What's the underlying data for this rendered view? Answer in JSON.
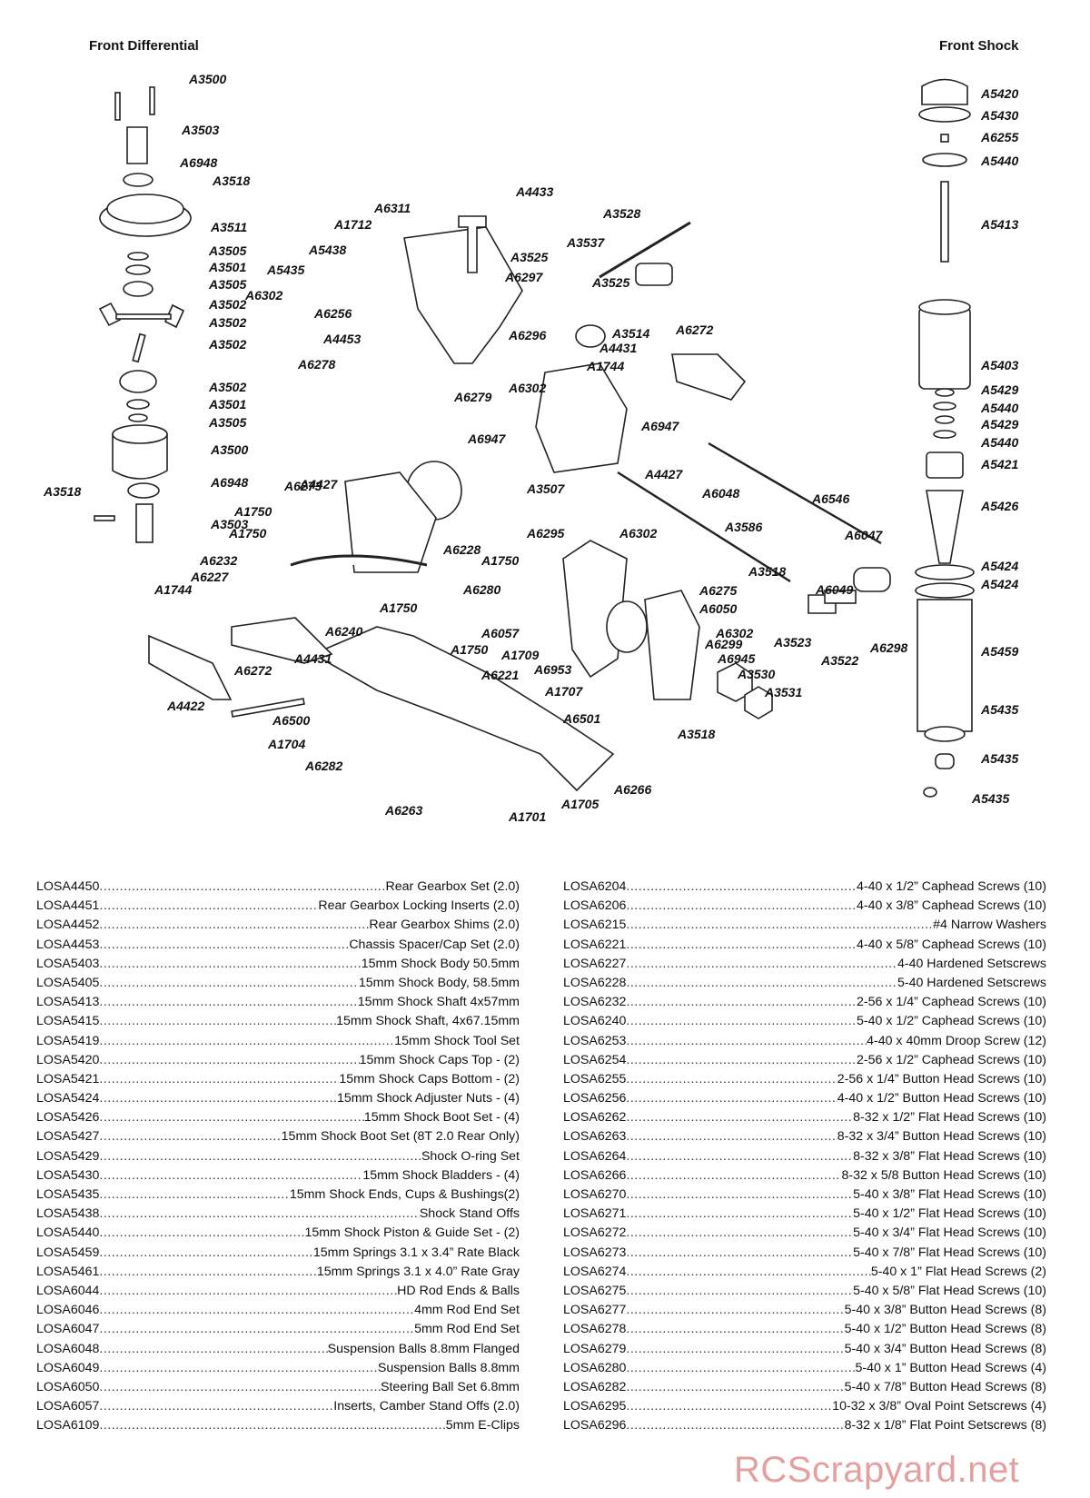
{
  "titles": {
    "front_differential": "Front Differential",
    "front_shock": "Front Shock"
  },
  "callouts": [
    "A3500",
    "A3503",
    "A6948",
    "A3518",
    "A3511",
    "A3505",
    "A3501",
    "A3505",
    "A3502",
    "A3502",
    "A3502",
    "A3502",
    "A3501",
    "A3505",
    "A3500",
    "A6948",
    "A3503",
    "A3518",
    "A6311",
    "A4433",
    "A1712",
    "A3528",
    "A5438",
    "A3537",
    "A5435",
    "A3525",
    "A6297",
    "A3525",
    "A6302",
    "A6256",
    "A6296",
    "A3514",
    "A4453",
    "A6278",
    "A6279",
    "A6302",
    "A6272",
    "A4431",
    "A1744",
    "A6947",
    "A6947",
    "A4427",
    "A3507",
    "A6048",
    "A4427",
    "A6273",
    "A6546",
    "A1750",
    "A3586",
    "A1750",
    "A6295",
    "A6047",
    "A6228",
    "A6302",
    "A1750",
    "A6232",
    "A6227",
    "A3518",
    "A6049",
    "A6275",
    "A1744",
    "A6050",
    "A1750",
    "A6280",
    "A6057",
    "A6302",
    "A3523",
    "A6240",
    "A6299",
    "A6298",
    "A1750",
    "A3522",
    "A1709",
    "A6945",
    "A6953",
    "A4431",
    "A6272",
    "A3530",
    "A6221",
    "A1707",
    "A3531",
    "A4422",
    "A6500",
    "A6501",
    "A3518",
    "A1704",
    "A6282",
    "A6266",
    "A1705",
    "A6263",
    "A1701",
    "A5420",
    "A5430",
    "A6255",
    "A5440",
    "A5413",
    "A5403",
    "A5429",
    "A5440",
    "A5429",
    "A5440",
    "A5421",
    "A5426",
    "A5424",
    "A5424",
    "A5459",
    "A5435",
    "A5435",
    "A5435"
  ],
  "parts_left": [
    {
      "pn": "LOSA4450",
      "desc": "Rear Gearbox Set (2.0)"
    },
    {
      "pn": "LOSA4451",
      "desc": "Rear Gearbox Locking Inserts (2.0)"
    },
    {
      "pn": "LOSA4452",
      "desc": "Rear Gearbox Shims (2.0)"
    },
    {
      "pn": "LOSA4453",
      "desc": "Chassis Spacer/Cap Set (2.0)"
    },
    {
      "pn": "LOSA5403",
      "desc": "15mm Shock Body 50.5mm"
    },
    {
      "pn": "LOSA5405",
      "desc": "15mm Shock Body, 58.5mm"
    },
    {
      "pn": "LOSA5413",
      "desc": "15mm Shock Shaft 4x57mm"
    },
    {
      "pn": "LOSA5415",
      "desc": "15mm Shock Shaft, 4x67.15mm"
    },
    {
      "pn": "LOSA5419",
      "desc": "15mm Shock Tool Set"
    },
    {
      "pn": "LOSA5420",
      "desc": "15mm Shock Caps Top - (2)"
    },
    {
      "pn": "LOSA5421",
      "desc": "15mm Shock Caps Bottom - (2)"
    },
    {
      "pn": "LOSA5424",
      "desc": "15mm Shock Adjuster Nuts - (4)"
    },
    {
      "pn": "LOSA5426",
      "desc": "15mm Shock Boot Set - (4)"
    },
    {
      "pn": "LOSA5427",
      "desc": "15mm Shock Boot Set (8T 2.0 Rear Only)"
    },
    {
      "pn": "LOSA5429",
      "desc": "Shock O-ring Set"
    },
    {
      "pn": "LOSA5430",
      "desc": "15mm Shock Bladders - (4)"
    },
    {
      "pn": "LOSA5435",
      "desc": "15mm Shock Ends, Cups & Bushings(2)"
    },
    {
      "pn": "LOSA5438",
      "desc": "Shock Stand Offs"
    },
    {
      "pn": "LOSA5440",
      "desc": "15mm Shock Piston & Guide Set - (2)"
    },
    {
      "pn": "LOSA5459",
      "desc": "15mm Springs 3.1 x 3.4” Rate Black"
    },
    {
      "pn": "LOSA5461",
      "desc": "15mm Springs 3.1 x 4.0” Rate Gray"
    },
    {
      "pn": "LOSA6044",
      "desc": "HD Rod Ends & Balls"
    },
    {
      "pn": "LOSA6046",
      "desc": "4mm Rod End Set"
    },
    {
      "pn": "LOSA6047",
      "desc": "5mm Rod End Set"
    },
    {
      "pn": "LOSA6048",
      "desc": "Suspension Balls 8.8mm Flanged"
    },
    {
      "pn": "LOSA6049",
      "desc": "Suspension Balls 8.8mm"
    },
    {
      "pn": "LOSA6050",
      "desc": "Steering Ball Set 6.8mm"
    },
    {
      "pn": "LOSA6057",
      "desc": "Inserts, Camber Stand Offs (2.0)"
    },
    {
      "pn": "LOSA6109",
      "desc": "5mm E-Clips"
    }
  ],
  "parts_right": [
    {
      "pn": "LOSA6204",
      "desc": "4-40 x 1/2” Caphead Screws (10)"
    },
    {
      "pn": "LOSA6206",
      "desc": "4-40 x 3/8” Caphead Screws (10)"
    },
    {
      "pn": "LOSA6215",
      "desc": "#4 Narrow Washers"
    },
    {
      "pn": "LOSA6221",
      "desc": "4-40 x 5/8” Caphead Screws (10)"
    },
    {
      "pn": "LOSA6227",
      "desc": "4-40 Hardened Setscrews"
    },
    {
      "pn": "LOSA6228",
      "desc": "5-40 Hardened Setscrews"
    },
    {
      "pn": "LOSA6232",
      "desc": "2-56 x 1/4” Caphead Screws (10)"
    },
    {
      "pn": "LOSA6240",
      "desc": "5-40 x 1/2” Caphead Screws (10)"
    },
    {
      "pn": "LOSA6253",
      "desc": "4-40 x 40mm Droop Screw (12)"
    },
    {
      "pn": "LOSA6254",
      "desc": "2-56 x 1/2” Caphead Screws (10)"
    },
    {
      "pn": "LOSA6255",
      "desc": "2-56 x 1/4” Button Head Screws (10)"
    },
    {
      "pn": "LOSA6256",
      "desc": "4-40 x 1/2” Button Head Screws (10)"
    },
    {
      "pn": "LOSA6262",
      "desc": "8-32 x 1/2” Flat Head Screws (10)"
    },
    {
      "pn": "LOSA6263",
      "desc": "8-32 x 3/4” Button Head Screws (10)"
    },
    {
      "pn": "LOSA6264",
      "desc": "8-32 x 3/8” Flat Head Screws (10)"
    },
    {
      "pn": "LOSA6266",
      "desc": "8-32 x 5/8 Button Head Screws (10)"
    },
    {
      "pn": "LOSA6270",
      "desc": "5-40 x 3/8” Flat Head Screws (10)"
    },
    {
      "pn": "LOSA6271",
      "desc": "5-40 x 1/2” Flat Head Screws (10)"
    },
    {
      "pn": "LOSA6272",
      "desc": "5-40 x 3/4” Flat Head Screws (10)"
    },
    {
      "pn": "LOSA6273",
      "desc": "5-40 x 7/8” Flat Head Screws (10)"
    },
    {
      "pn": "LOSA6274",
      "desc": "5-40 x 1” Flat Head Screws (2)"
    },
    {
      "pn": "LOSA6275",
      "desc": "5-40 x 5/8” Flat Head Screws (10)"
    },
    {
      "pn": "LOSA6277",
      "desc": "5-40 x 3/8” Button Head Screws (8)"
    },
    {
      "pn": "LOSA6278",
      "desc": "5-40 x 1/2” Button Head Screws (8)"
    },
    {
      "pn": "LOSA6279",
      "desc": "5-40 x 3/4” Button Head Screws (8)"
    },
    {
      "pn": "LOSA6280",
      "desc": "5-40 x 1” Button Head Screws (4)"
    },
    {
      "pn": "LOSA6282",
      "desc": "5-40 x 7/8” Button Head Screws (8)"
    },
    {
      "pn": "LOSA6295",
      "desc": "10-32 x 3/8” Oval Point Setscrews (4)"
    },
    {
      "pn": "LOSA6296",
      "desc": "8-32 x 1/8” Flat Point Setscrews (8)"
    }
  ],
  "watermark": "RCScrapyard.net"
}
